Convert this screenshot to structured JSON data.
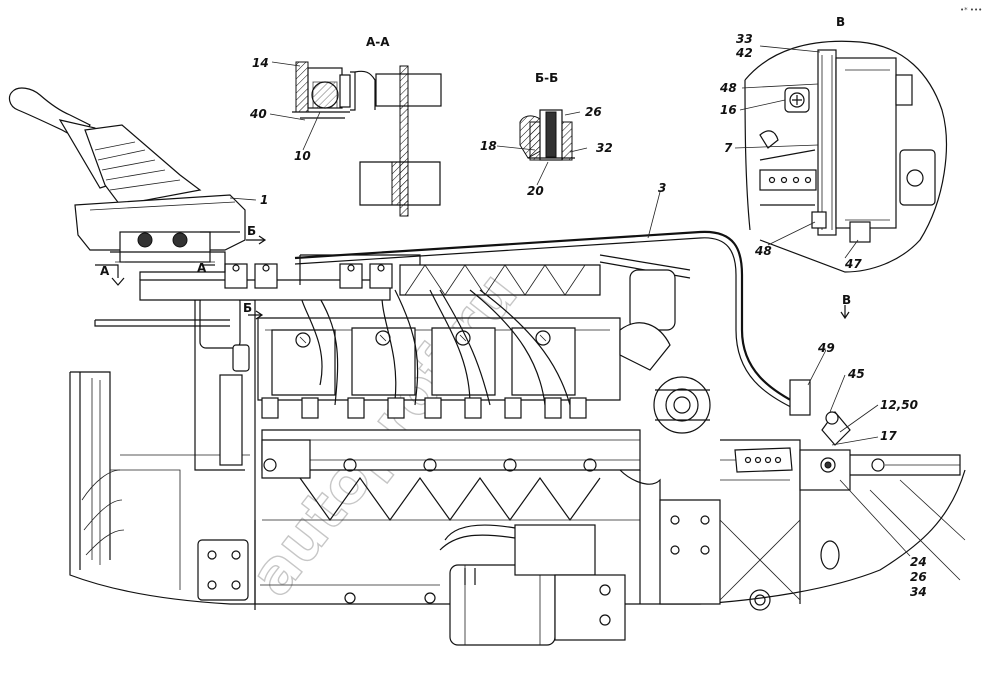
{
  "watermark": "autoprof-ru",
  "section_titles": {
    "aa": "A-A",
    "bb": "Б-Б",
    "view_v": "В"
  },
  "section_marks": {
    "a_left": "A",
    "a_right": "A",
    "b_top": "Б",
    "b_bottom": "Б",
    "v_arrow": "В"
  },
  "callouts": {
    "c1": "1",
    "c3": "3",
    "c7": "7",
    "c10": "10",
    "c14": "14",
    "c16": "16",
    "c17": "17",
    "c18": "18",
    "c20": "20",
    "c26": "26",
    "c32": "32",
    "c33": "33",
    "c40": "40",
    "c42": "42",
    "c45": "45",
    "c47": "47",
    "c48a": "48",
    "c48b": "48",
    "c49": "49",
    "c1250": "12,50",
    "c24": "24",
    "c26b": "26",
    "c34": "34"
  }
}
